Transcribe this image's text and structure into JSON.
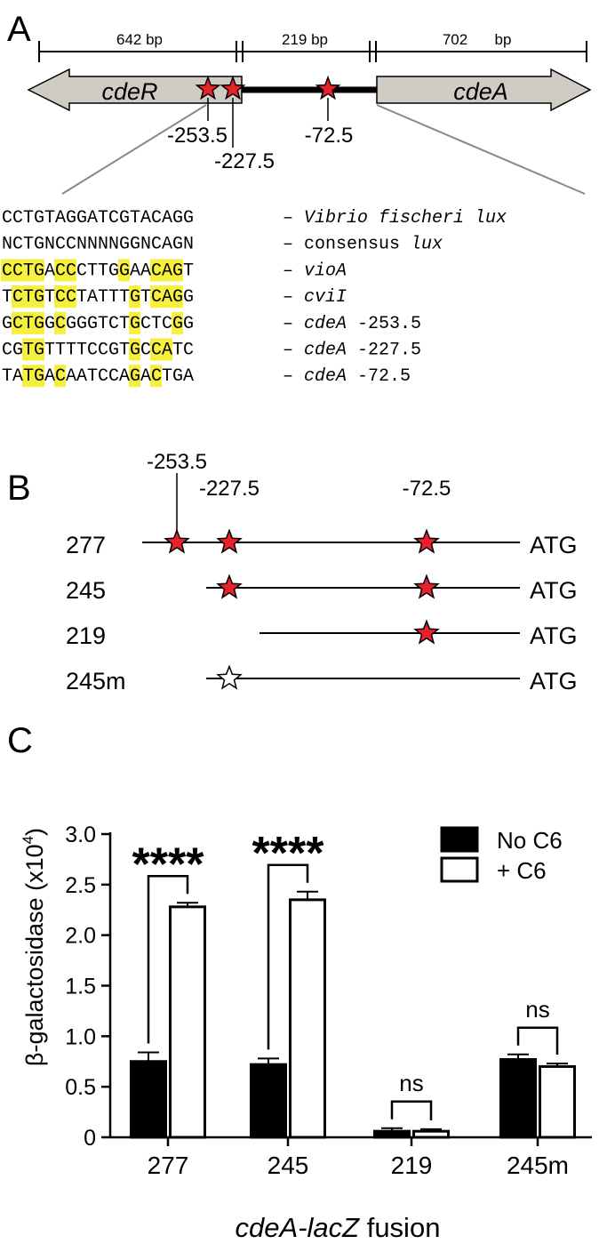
{
  "panels": {
    "a": "A",
    "b": "B",
    "c": "C"
  },
  "panel_a": {
    "dimensions": [
      {
        "text": "642 bp"
      },
      {
        "text": "219 bp"
      },
      {
        "text": "702",
        "unit": "bp"
      }
    ],
    "genes": {
      "left": "cdeR",
      "right": "cdeA"
    },
    "site_labels": [
      "-253.5",
      "-227.5",
      "-72.5"
    ],
    "sequences": [
      {
        "seq": "CCTGTAGGATCGTACAGG",
        "dash": "–",
        "name": "Vibrio fischeri lux",
        "name_style": "italic",
        "suffix": "",
        "highlight": []
      },
      {
        "seq": "NCTGNCCNNNNGGNCAGN",
        "dash": "–",
        "name": "consensus ",
        "name_style": "normal",
        "suffix": "lux",
        "suffix_style": "italic",
        "highlight": []
      },
      {
        "seq": "CCTGACCCTTGGAACAGT",
        "dash": "–",
        "name": "vioA",
        "name_style": "italic",
        "suffix": "",
        "highlight": [
          0,
          1,
          2,
          3,
          5,
          6,
          11,
          14,
          15,
          16
        ]
      },
      {
        "seq": "TCTGTCCTATTTGTCAGG",
        "dash": "–",
        "name": "cviI",
        "name_style": "italic",
        "suffix": "",
        "highlight": [
          1,
          2,
          3,
          5,
          6,
          12,
          14,
          15,
          16
        ]
      },
      {
        "seq": "GCTGGCGGGTCTGCTCGG",
        "dash": "–",
        "name": "cdeA",
        "name_style": "italic",
        "suffix": " -253.5",
        "highlight": [
          1,
          2,
          3,
          5,
          12,
          16
        ]
      },
      {
        "seq": "CGTGTTTTCCGTGCCATC",
        "dash": "–",
        "name": "cdeA",
        "name_style": "italic",
        "suffix": " -227.5",
        "highlight": [
          2,
          3,
          12,
          14,
          15
        ]
      },
      {
        "seq": "TATGACAATCCAGACTGA",
        "dash": "–",
        "name": "cdeA",
        "name_style": "italic",
        "suffix": " -72.5",
        "highlight": [
          2,
          3,
          5,
          12,
          14
        ]
      }
    ]
  },
  "panel_b": {
    "site_labels": [
      "-253.5",
      "-227.5",
      "-72.5"
    ],
    "end_label": "ATG",
    "constructs": [
      {
        "name": "277",
        "sites": [
          "filled",
          "filled",
          "filled"
        ]
      },
      {
        "name": "245",
        "sites": [
          "none",
          "filled",
          "filled"
        ]
      },
      {
        "name": "219",
        "sites": [
          "none",
          "none",
          "filled"
        ]
      },
      {
        "name": "245m",
        "sites": [
          "none",
          "open",
          "none"
        ]
      }
    ]
  },
  "chart_data": {
    "type": "bar",
    "categories": [
      "277",
      "245",
      "219",
      "245m"
    ],
    "series": [
      {
        "name": "No C6",
        "values": [
          0.75,
          0.72,
          0.06,
          0.77
        ],
        "errors": [
          0.09,
          0.06,
          0.03,
          0.05
        ],
        "fill": "#000000"
      },
      {
        "name": "+ C6",
        "values": [
          2.28,
          2.35,
          0.06,
          0.7
        ],
        "errors": [
          0.04,
          0.08,
          0.02,
          0.03
        ],
        "fill": "#ffffff"
      }
    ],
    "significance": [
      "****",
      "****",
      "ns",
      "ns"
    ],
    "ylabel": "β-galactosidase (x10",
    "ylabel_exp": "4",
    "ylabel_close": ")",
    "xlabel_italic": "cdeA-lacZ",
    "xlabel_rest": " fusion",
    "yticks": [
      "0",
      "0.5",
      "1.0",
      "1.5",
      "2.0",
      "2.5",
      "3.0"
    ],
    "ylim": [
      0,
      3.0
    ],
    "legend_position": "top-right"
  },
  "colors": {
    "star": "#e8212a",
    "gene": "#d0ccc4",
    "highlight": "#f6ef3c"
  }
}
